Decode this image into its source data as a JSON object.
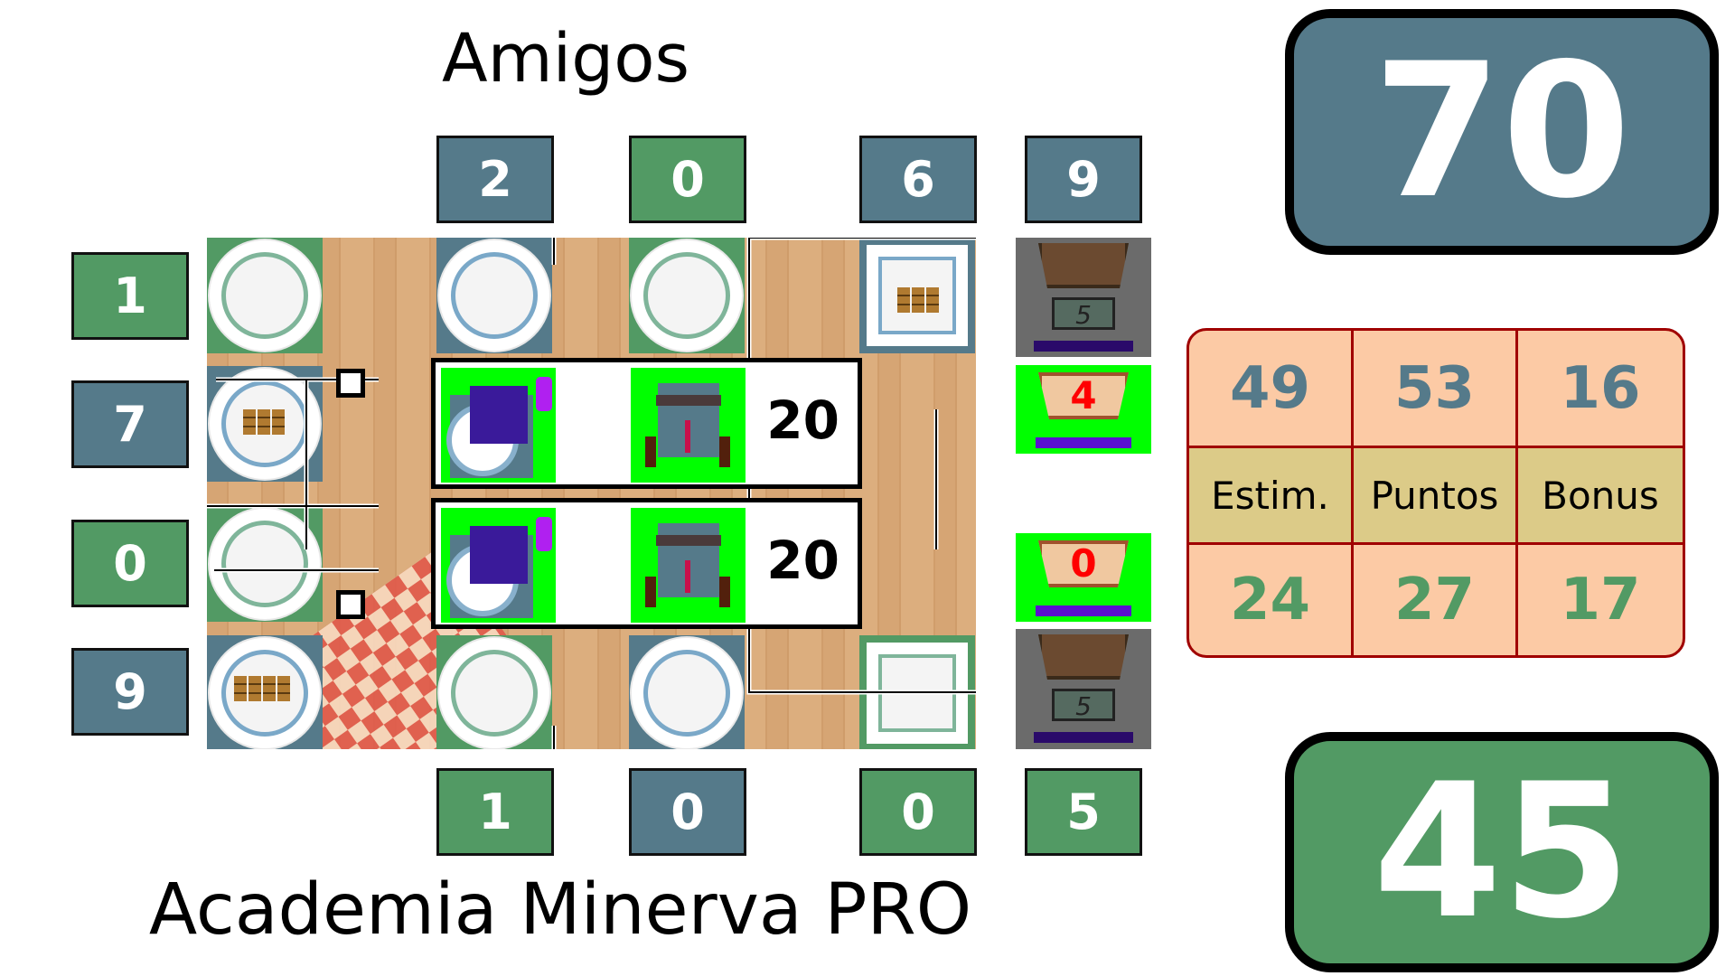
{
  "colors": {
    "blue": "#557a8a",
    "green": "#529a64",
    "peach": "#fccaa5",
    "khaki": "#dccb88",
    "table_border": "#a00000"
  },
  "teams": {
    "top": "Amigos",
    "bottom": "Academia Minerva PRO"
  },
  "scores": {
    "top": "70",
    "bottom": "45"
  },
  "top_counters": [
    {
      "value": "2",
      "team": "blue"
    },
    {
      "value": "0",
      "team": "green"
    },
    {
      "value": "6",
      "team": "blue"
    },
    {
      "value": "9",
      "team": "blue"
    }
  ],
  "left_counters": [
    {
      "value": "1",
      "team": "green"
    },
    {
      "value": "7",
      "team": "blue"
    },
    {
      "value": "0",
      "team": "green"
    },
    {
      "value": "9",
      "team": "blue"
    }
  ],
  "bottom_counters": [
    {
      "value": "1",
      "team": "green"
    },
    {
      "value": "0",
      "team": "blue"
    },
    {
      "value": "0",
      "team": "green"
    },
    {
      "value": "5",
      "team": "green"
    }
  ],
  "cards": [
    {
      "value": "20"
    },
    {
      "value": "20"
    }
  ],
  "scales": {
    "top_reading": "5",
    "top_weight": "4",
    "bottom_weight": "0",
    "bottom_reading": "5"
  },
  "stats": {
    "headers": [
      "Estim.",
      "Puntos",
      "Bonus"
    ],
    "top_row": [
      "49",
      "53",
      "16"
    ],
    "bottom_row": [
      "24",
      "27",
      "17"
    ]
  }
}
